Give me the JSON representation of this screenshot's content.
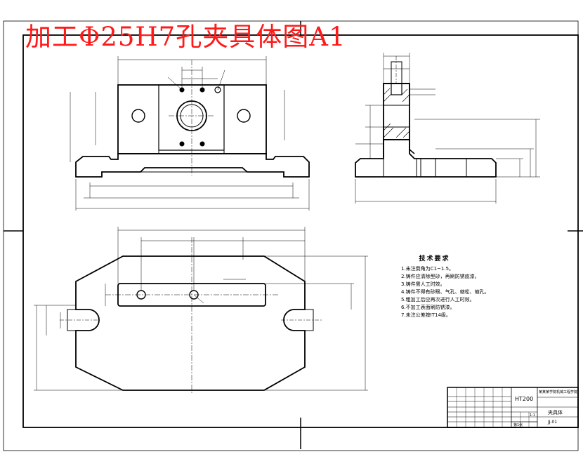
{
  "title": "加工Φ25H7孔夹具体图A1",
  "colors": {
    "title": "#ff1a1a",
    "line": "#000000",
    "background": "#ffffff"
  },
  "tech_requirements": {
    "heading": "技术要求",
    "items": [
      "1.未注倒角为C1~1.5。",
      "2.铸件应清除型砂，再刷防锈底漆。",
      "3.铸件需人工时效。",
      "4.铸件不得有砂眼、气孔、缩松、缩孔。",
      "5.粗加工后应再次进行人工时效。",
      "6.不加工表面刷防锈漆。",
      "7.未注公差按IT14级。"
    ]
  },
  "title_block": {
    "material": "HT200",
    "school": "某某某学院机械工程学院",
    "part_name": "夹具体",
    "drawing_no": "JJ-01",
    "scale": "1:1",
    "sheet": "第1张"
  }
}
